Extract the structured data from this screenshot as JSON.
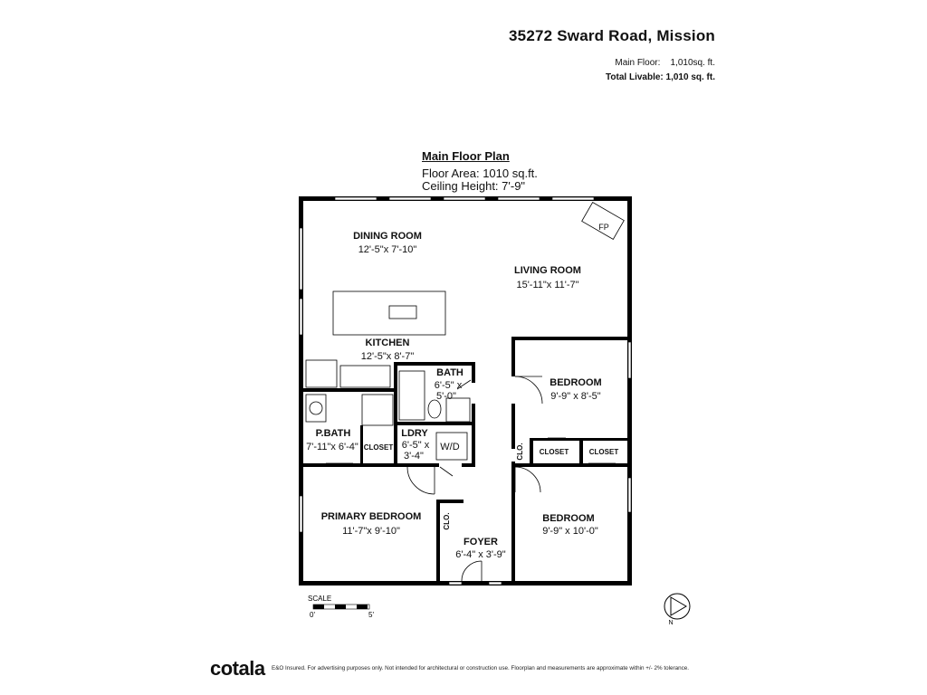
{
  "header": {
    "address": "35272 Sward Road, Mission",
    "main_floor_label": "Main Floor:",
    "main_floor_value": "1,010sq. ft.",
    "total_label": "Total Livable:",
    "total_value": "1,010 sq. ft."
  },
  "plan": {
    "title": "Main Floor Plan",
    "floor_area": "Floor Area: 1010 sq.ft.",
    "ceiling": "Ceiling Height: 7'-9\""
  },
  "rooms": {
    "dining_name": "DINING ROOM",
    "dining_dim": "12'-5\"x 7'-10\"",
    "living_name": "LIVING ROOM",
    "living_dim": "15'-11\"x 11'-7\"",
    "kitchen_name": "KITCHEN",
    "kitchen_dim": "12'-5\"x 8'-7\"",
    "bath_name": "BATH",
    "bath_dim1": "6'-5\" x",
    "bath_dim2": "5'-0\"",
    "bedroom1_name": "BEDROOM",
    "bedroom1_dim": "9'-9\" x 8'-5\"",
    "pbath_name": "P.BATH",
    "pbath_dim": "7'-11\"x 6'-4\"",
    "closet_a": "CLOSET",
    "ldry_name": "LDRY",
    "ldry_dim1": "6'-5\" x",
    "ldry_dim2": "3'-4\"",
    "wd": "W/D",
    "clo_a": "CLO.",
    "closet_b": "CLOSET",
    "closet_c": "CLOSET",
    "primary_name": "PRIMARY BEDROOM",
    "primary_dim": "11'-7\"x 9'-10\"",
    "clo_b": "CLO.",
    "bedroom2_name": "BEDROOM",
    "bedroom2_dim": "9'-9\" x 10'-0\"",
    "foyer_name": "FOYER",
    "foyer_dim": "6'-4\" x 3'-9\"",
    "fp": "FP"
  },
  "scale": {
    "label": "SCALE",
    "start": "0'",
    "end": "5'"
  },
  "compass": {
    "label": "N"
  },
  "footer": {
    "logo": "cotala",
    "note": "E&O Insured. For advertising purposes only. Not intended for architectural or construction use. Floorplan and measurements are approximate within +/- 2% tolerance."
  }
}
